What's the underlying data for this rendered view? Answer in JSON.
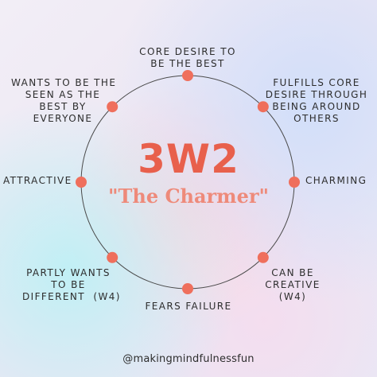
{
  "title": "3W2",
  "subtitle": "\"The Charmer\"",
  "handle": "@makingmindfulnessfun",
  "colors": {
    "accent": "#e8604c",
    "subtitle": "#ee8a7a",
    "ring": "#4a4a4a",
    "dot": "#ef6f5c"
  },
  "traits": [
    {
      "id": "top",
      "text": "CORE DESIRE TO\nBE THE BEST"
    },
    {
      "id": "top-right",
      "text": "FULFILLS CORE\nDESIRE THROUGH\nBEING AROUND\nOTHERS"
    },
    {
      "id": "right",
      "text": "CHARMING"
    },
    {
      "id": "bottom-right",
      "text": "CAN BE\nCREATIVE\n(W4)"
    },
    {
      "id": "bottom",
      "text": "FEARS FAILURE"
    },
    {
      "id": "bottom-left",
      "text": "PARTLY WANTS\nTO BE\nDIFFERENT  (W4)"
    },
    {
      "id": "left",
      "text": "ATTRACTIVE"
    },
    {
      "id": "top-left",
      "text": "WANTS TO BE THE\nSEEN AS THE\nBEST BY\nEVERYONE"
    }
  ]
}
